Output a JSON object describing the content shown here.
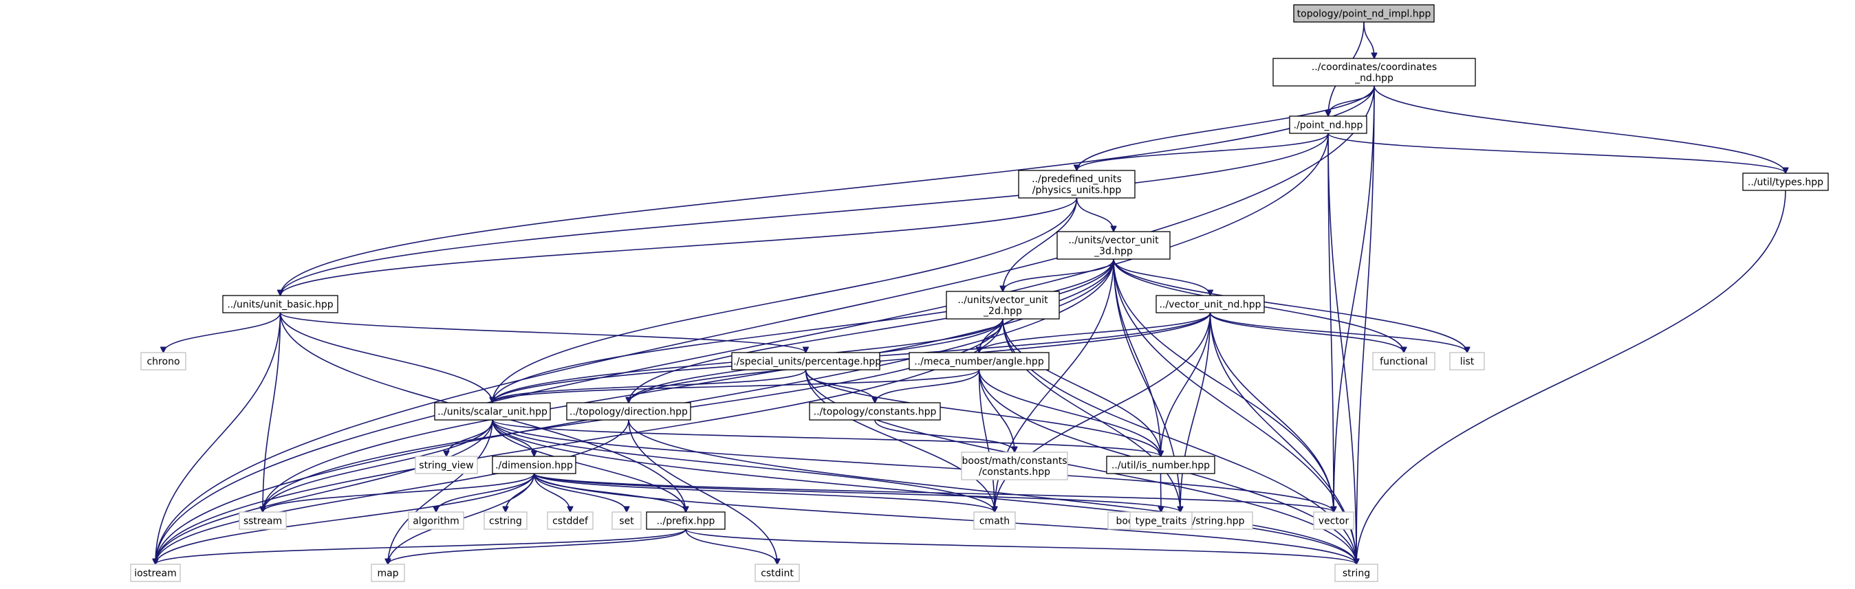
{
  "graph": {
    "nodes": [
      {
        "id": "root",
        "kind": "root",
        "lines": [
          "topology/point_nd_impl.hpp"
        ]
      },
      {
        "id": "coord",
        "kind": "internal",
        "lines": [
          "../coordinates/coordinates",
          "_nd.hpp"
        ]
      },
      {
        "id": "point_nd",
        "kind": "internal",
        "lines": [
          "./point_nd.hpp"
        ]
      },
      {
        "id": "types",
        "kind": "internal",
        "lines": [
          "../util/types.hpp"
        ]
      },
      {
        "id": "physics",
        "kind": "internal",
        "lines": [
          "../predefined_units",
          "/physics_units.hpp"
        ]
      },
      {
        "id": "vec3d",
        "kind": "internal",
        "lines": [
          "../units/vector_unit",
          "_3d.hpp"
        ]
      },
      {
        "id": "unit_basic",
        "kind": "internal",
        "lines": [
          "../units/unit_basic.hpp"
        ]
      },
      {
        "id": "vec2d",
        "kind": "internal",
        "lines": [
          "../units/vector_unit",
          "_2d.hpp"
        ]
      },
      {
        "id": "vecnd",
        "kind": "internal",
        "lines": [
          "../vector_unit_nd.hpp"
        ]
      },
      {
        "id": "chrono",
        "kind": "external",
        "lines": [
          "chrono"
        ]
      },
      {
        "id": "percentage",
        "kind": "internal",
        "lines": [
          "../special_units/percentage.hpp"
        ]
      },
      {
        "id": "angle",
        "kind": "internal",
        "lines": [
          "../meca_number/angle.hpp"
        ]
      },
      {
        "id": "functional",
        "kind": "external",
        "lines": [
          "functional"
        ]
      },
      {
        "id": "list",
        "kind": "external",
        "lines": [
          "list"
        ]
      },
      {
        "id": "scalar",
        "kind": "internal",
        "lines": [
          "../units/scalar_unit.hpp"
        ]
      },
      {
        "id": "direction",
        "kind": "internal",
        "lines": [
          "../topology/direction.hpp"
        ]
      },
      {
        "id": "constants",
        "kind": "internal",
        "lines": [
          "../topology/constants.hpp"
        ]
      },
      {
        "id": "string_view",
        "kind": "external",
        "lines": [
          "string_view"
        ]
      },
      {
        "id": "boost_const",
        "kind": "external",
        "lines": [
          "boost/math/constants",
          "/constants.hpp"
        ]
      },
      {
        "id": "is_number",
        "kind": "internal",
        "lines": [
          "../util/is_number.hpp"
        ]
      },
      {
        "id": "dimension",
        "kind": "internal",
        "lines": [
          "./dimension.hpp"
        ]
      },
      {
        "id": "sstream",
        "kind": "external",
        "lines": [
          "sstream"
        ]
      },
      {
        "id": "algorithm",
        "kind": "external",
        "lines": [
          "algorithm"
        ]
      },
      {
        "id": "cstring",
        "kind": "external",
        "lines": [
          "cstring"
        ]
      },
      {
        "id": "cstddef",
        "kind": "external",
        "lines": [
          "cstddef"
        ]
      },
      {
        "id": "set",
        "kind": "external",
        "lines": [
          "set"
        ]
      },
      {
        "id": "prefix",
        "kind": "internal",
        "lines": [
          "../prefix.hpp"
        ]
      },
      {
        "id": "cmath",
        "kind": "external",
        "lines": [
          "cmath"
        ]
      },
      {
        "id": "boost_string",
        "kind": "external",
        "lines": [
          "boost/algorithm/string.hpp"
        ]
      },
      {
        "id": "vector",
        "kind": "external",
        "lines": [
          "vector"
        ]
      },
      {
        "id": "type_traits",
        "kind": "external",
        "lines": [
          "type_traits"
        ]
      },
      {
        "id": "iostream",
        "kind": "external",
        "lines": [
          "iostream"
        ]
      },
      {
        "id": "map",
        "kind": "external",
        "lines": [
          "map"
        ]
      },
      {
        "id": "cstdint",
        "kind": "external",
        "lines": [
          "cstdint"
        ]
      },
      {
        "id": "string",
        "kind": "external",
        "lines": [
          "string"
        ]
      }
    ],
    "edges": [
      [
        "root",
        "coord"
      ],
      [
        "root",
        "point_nd"
      ],
      [
        "coord",
        "point_nd"
      ],
      [
        "coord",
        "types"
      ],
      [
        "coord",
        "physics"
      ],
      [
        "coord",
        "unit_basic"
      ],
      [
        "coord",
        "iostream"
      ],
      [
        "coord",
        "vector"
      ],
      [
        "coord",
        "string"
      ],
      [
        "point_nd",
        "types"
      ],
      [
        "point_nd",
        "physics"
      ],
      [
        "point_nd",
        "unit_basic"
      ],
      [
        "point_nd",
        "iostream"
      ],
      [
        "point_nd",
        "vector"
      ],
      [
        "point_nd",
        "string"
      ],
      [
        "types",
        "string"
      ],
      [
        "physics",
        "vec3d"
      ],
      [
        "physics",
        "vec2d"
      ],
      [
        "physics",
        "scalar"
      ],
      [
        "physics",
        "unit_basic"
      ],
      [
        "vec3d",
        "vec2d"
      ],
      [
        "vec3d",
        "vecnd"
      ],
      [
        "vec3d",
        "angle"
      ],
      [
        "vec3d",
        "functional"
      ],
      [
        "vec3d",
        "list"
      ],
      [
        "vec3d",
        "scalar"
      ],
      [
        "vec3d",
        "direction"
      ],
      [
        "vec3d",
        "is_number"
      ],
      [
        "vec3d",
        "sstream"
      ],
      [
        "vec3d",
        "iostream"
      ],
      [
        "vec3d",
        "cmath"
      ],
      [
        "vec3d",
        "boost_string"
      ],
      [
        "vec3d",
        "vector"
      ],
      [
        "vec3d",
        "string"
      ],
      [
        "vec2d",
        "angle"
      ],
      [
        "vec2d",
        "scalar"
      ],
      [
        "vec2d",
        "direction"
      ],
      [
        "vec2d",
        "is_number"
      ],
      [
        "vec2d",
        "sstream"
      ],
      [
        "vec2d",
        "iostream"
      ],
      [
        "vec2d",
        "boost_string"
      ],
      [
        "vec2d",
        "string"
      ],
      [
        "vecnd",
        "angle"
      ],
      [
        "vecnd",
        "functional"
      ],
      [
        "vecnd",
        "list"
      ],
      [
        "vecnd",
        "scalar"
      ],
      [
        "vecnd",
        "direction"
      ],
      [
        "vecnd",
        "is_number"
      ],
      [
        "vecnd",
        "cmath"
      ],
      [
        "vecnd",
        "boost_string"
      ],
      [
        "vecnd",
        "vector"
      ],
      [
        "vecnd",
        "string"
      ],
      [
        "unit_basic",
        "chrono"
      ],
      [
        "unit_basic",
        "percentage"
      ],
      [
        "unit_basic",
        "scalar"
      ],
      [
        "unit_basic",
        "prefix"
      ],
      [
        "unit_basic",
        "sstream"
      ],
      [
        "unit_basic",
        "iostream"
      ],
      [
        "percentage",
        "scalar"
      ],
      [
        "percentage",
        "constants"
      ],
      [
        "percentage",
        "is_number"
      ],
      [
        "percentage",
        "cmath"
      ],
      [
        "percentage",
        "string"
      ],
      [
        "angle",
        "scalar"
      ],
      [
        "angle",
        "constants"
      ],
      [
        "angle",
        "boost_const"
      ],
      [
        "angle",
        "is_number"
      ],
      [
        "angle",
        "cmath"
      ],
      [
        "angle",
        "string"
      ],
      [
        "scalar",
        "string_view"
      ],
      [
        "scalar",
        "dimension"
      ],
      [
        "scalar",
        "is_number"
      ],
      [
        "scalar",
        "prefix"
      ],
      [
        "scalar",
        "sstream"
      ],
      [
        "scalar",
        "iostream"
      ],
      [
        "scalar",
        "map"
      ],
      [
        "scalar",
        "cmath"
      ],
      [
        "scalar",
        "vector"
      ],
      [
        "scalar",
        "string"
      ],
      [
        "direction",
        "iostream"
      ],
      [
        "direction",
        "cstdint"
      ],
      [
        "direction",
        "string"
      ],
      [
        "constants",
        "boost_const"
      ],
      [
        "is_number",
        "type_traits"
      ],
      [
        "dimension",
        "sstream"
      ],
      [
        "dimension",
        "algorithm"
      ],
      [
        "dimension",
        "cstring"
      ],
      [
        "dimension",
        "cstddef"
      ],
      [
        "dimension",
        "set"
      ],
      [
        "dimension",
        "prefix"
      ],
      [
        "dimension",
        "cmath"
      ],
      [
        "dimension",
        "boost_string"
      ],
      [
        "dimension",
        "vector"
      ],
      [
        "dimension",
        "iostream"
      ],
      [
        "dimension",
        "map"
      ],
      [
        "dimension",
        "string"
      ],
      [
        "prefix",
        "iostream"
      ],
      [
        "prefix",
        "map"
      ],
      [
        "prefix",
        "cstdint"
      ],
      [
        "prefix",
        "string"
      ]
    ]
  }
}
